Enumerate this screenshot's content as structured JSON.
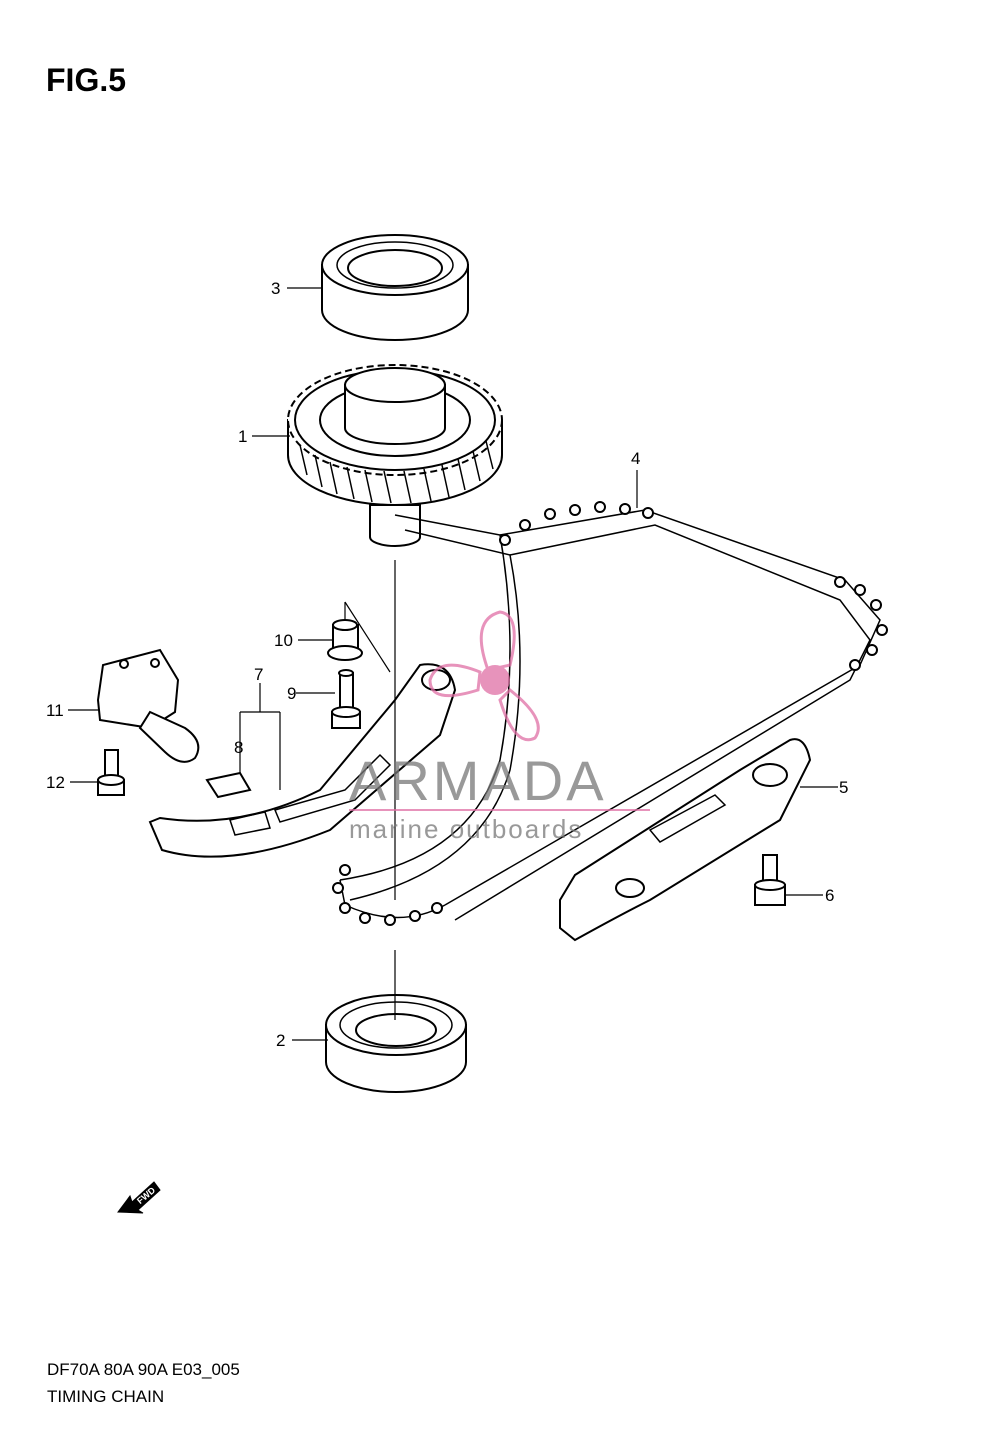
{
  "figure": {
    "title": "FIG.5"
  },
  "callouts": [
    {
      "id": "1",
      "label": "1"
    },
    {
      "id": "2",
      "label": "2"
    },
    {
      "id": "3",
      "label": "3"
    },
    {
      "id": "4",
      "label": "4"
    },
    {
      "id": "5",
      "label": "5"
    },
    {
      "id": "6",
      "label": "6"
    },
    {
      "id": "7",
      "label": "7"
    },
    {
      "id": "8",
      "label": "8"
    },
    {
      "id": "9",
      "label": "9"
    },
    {
      "id": "10",
      "label": "10"
    },
    {
      "id": "11",
      "label": "11"
    },
    {
      "id": "12",
      "label": "12"
    }
  ],
  "direction_marker": {
    "text": "FWD"
  },
  "watermark": {
    "brand": "ARMADA",
    "tagline": "marine outboards",
    "color": "#e06fa5"
  },
  "footer": {
    "model_code": "DF70A 80A 90A E03_005",
    "diagram_name": "TIMING CHAIN"
  }
}
